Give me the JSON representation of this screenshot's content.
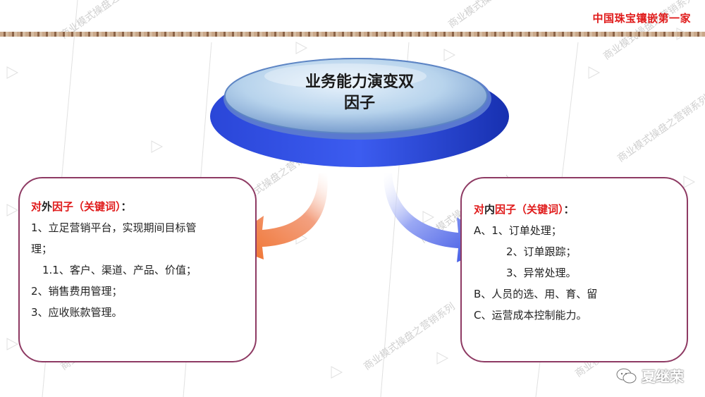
{
  "header": {
    "brand": "中国珠宝镶嵌第一家"
  },
  "center": {
    "title_line1": "业务能力演变双",
    "title_line2": "因子"
  },
  "left_panel": {
    "head_red1": "对",
    "head_black": "外",
    "head_red2": "因子（关键词）",
    "head_suffix": "：",
    "lines": [
      "1、立足营销平台，实现期间目标管",
      "理；",
      "1.1、客户、渠道、产品、价值；",
      "2、销售费用管理；",
      "3、应收账款管理。"
    ]
  },
  "right_panel": {
    "head_red1": "对",
    "head_black": "内",
    "head_red2": "因子（关键词）",
    "head_suffix": "：",
    "lines": [
      "A、1、订单处理；",
      "2、订单跟踪；",
      "3、异常处理。",
      "B、人员的选、用、育、留",
      "C、运营成本控制能力。"
    ]
  },
  "watermark": {
    "icon": "wechat-icon",
    "text": "夏继荣",
    "repeated_text": "商业模式操盘之营销系列"
  },
  "colors": {
    "brand_red": "#e01b1b",
    "panel_border": "#8e3a63",
    "ellipse_blue": "#1f3fc8",
    "ellipse_light": "#bcd9f0",
    "arrow_orange": "#f07a3a",
    "arrow_blue": "#3d55e0"
  }
}
